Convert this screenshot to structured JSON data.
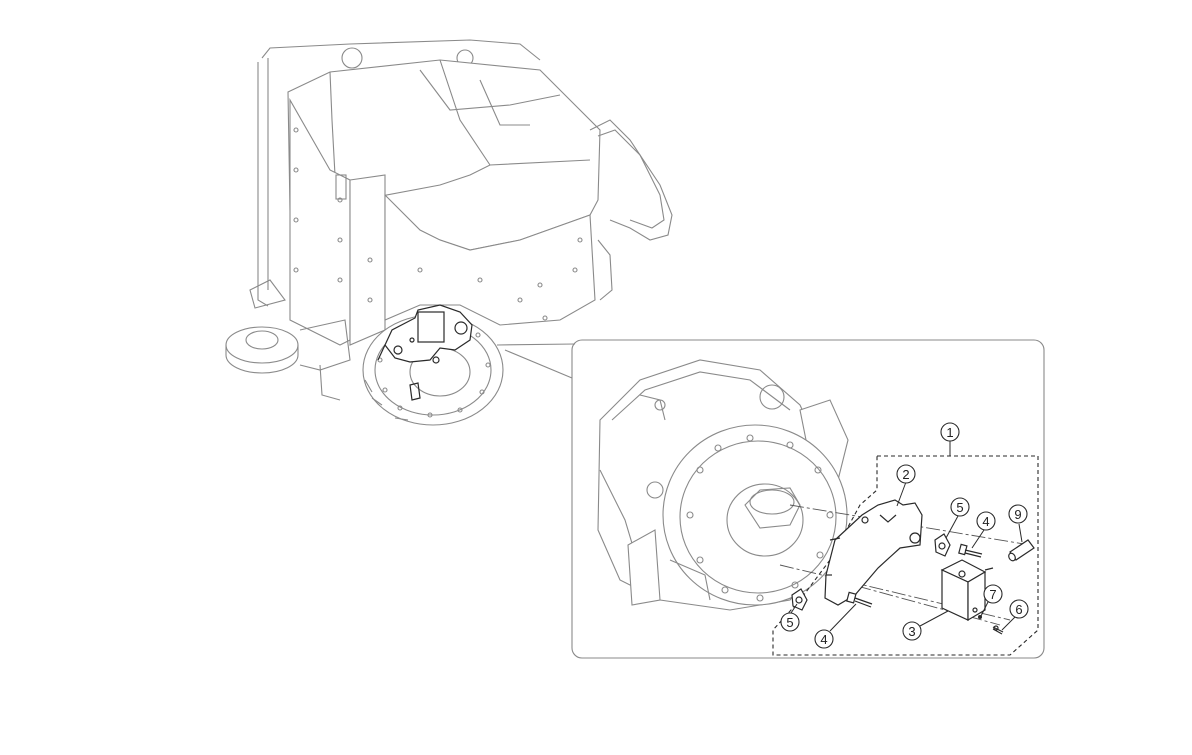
{
  "callouts": [
    {
      "label": "1"
    },
    {
      "label": "2"
    },
    {
      "label": "3"
    },
    {
      "label": "4"
    },
    {
      "label": "4"
    },
    {
      "label": "5"
    },
    {
      "label": "5"
    },
    {
      "label": "6"
    },
    {
      "label": "7"
    },
    {
      "label": "9"
    }
  ],
  "colors": {
    "line_light": "#8a8a8a",
    "line_dark": "#2a2a2a",
    "background": "#ffffff"
  }
}
